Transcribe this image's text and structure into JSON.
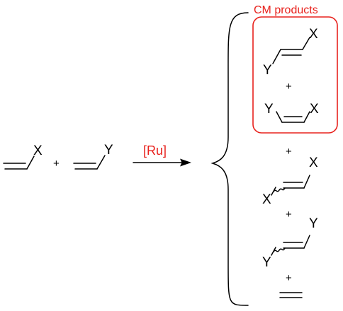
{
  "reaction": {
    "catalyst_label": "[Ru]",
    "reactant1": {
      "substituent": "X"
    },
    "plus_label": "+",
    "reactant2": {
      "substituent": "Y"
    }
  },
  "products": {
    "highlight_title": "CM products",
    "highlight_color": "#e8221d",
    "cm_trans": {
      "top_label": "X",
      "bottom_label": "Y"
    },
    "cm_cis": {
      "left_label": "Y",
      "right_label": "X"
    },
    "homo_x": {
      "top_label": "X",
      "bottom_label": "X"
    },
    "homo_y": {
      "top_label": "Y",
      "bottom_label": "Y"
    },
    "plus_label": "+"
  }
}
